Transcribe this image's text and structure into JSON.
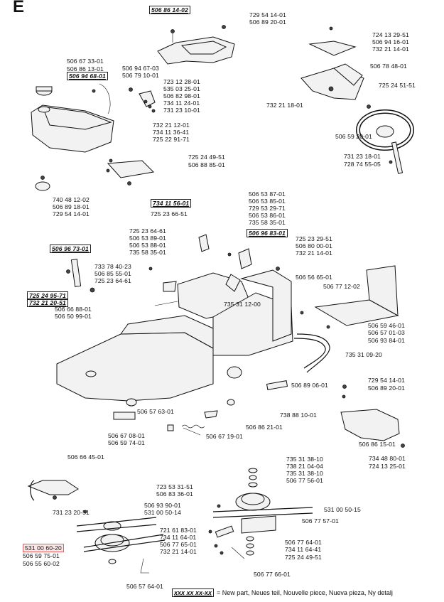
{
  "section_letter": "E",
  "labels": [
    {
      "text": "506 86 14-02",
      "boxed": true
    },
    {
      "text": "729 54 14-01"
    },
    {
      "text": "506 89 20-01"
    },
    {
      "text": "724 13 29-51"
    },
    {
      "text": "506 94 16-01"
    },
    {
      "text": "732 21 14-01"
    },
    {
      "text": "506 67 33-01"
    },
    {
      "text": "506 86 13-01"
    },
    {
      "text": "506 94 68-01",
      "boxed": true
    },
    {
      "text": "506 94 67-03"
    },
    {
      "text": "506 79 10-01"
    },
    {
      "text": "723 12 28-01"
    },
    {
      "text": "535 03 25-01"
    },
    {
      "text": "506 82 98-01"
    },
    {
      "text": "734 11 24-01"
    },
    {
      "text": "731 23 10-01"
    },
    {
      "text": "506 78 48-01"
    },
    {
      "text": "725 24 51-51"
    },
    {
      "text": "732 21 18-01"
    },
    {
      "text": "732 21 12-01"
    },
    {
      "text": "734 11 36-41"
    },
    {
      "text": "725 22 91-71"
    },
    {
      "text": "506 59 20-01"
    },
    {
      "text": "725 24 49-51"
    },
    {
      "text": "506 88 85-01"
    },
    {
      "text": "731 23 18-01"
    },
    {
      "text": "728 74 55-05"
    },
    {
      "text": "740 48 12-02"
    },
    {
      "text": "506 89 18-01"
    },
    {
      "text": "729 54 14-01"
    },
    {
      "text": "734 11 56-01",
      "boxed": true
    },
    {
      "text": "725 23 66-51"
    },
    {
      "text": "506 53 87-01"
    },
    {
      "text": "506 53 85-01"
    },
    {
      "text": "729 53 29-71"
    },
    {
      "text": "506 53 86-01"
    },
    {
      "text": "735 58 35-01"
    },
    {
      "text": "725 23 64-61"
    },
    {
      "text": "506 53 89-01"
    },
    {
      "text": "506 53 88-01"
    },
    {
      "text": "735 58 35-01"
    },
    {
      "text": "506 96 83-01",
      "boxed": true
    },
    {
      "text": "725 23 29-51"
    },
    {
      "text": "506 80 00-01"
    },
    {
      "text": "732 21 14-01"
    },
    {
      "text": "506 96 73-01",
      "boxed": true
    },
    {
      "text": "733 78 40-23"
    },
    {
      "text": "506 85 55-01"
    },
    {
      "text": "725 23 64-61"
    },
    {
      "text": "506 56 65-01"
    },
    {
      "text": "725 24 95-71",
      "boxed": true
    },
    {
      "text": "732 21 20-51",
      "boxed": true
    },
    {
      "text": "506 77 12-02"
    },
    {
      "text": "735 31 12-00"
    },
    {
      "text": "506 66 88-01"
    },
    {
      "text": "506 50 99-01"
    },
    {
      "text": "506 59 46-01"
    },
    {
      "text": "506 57 01-03"
    },
    {
      "text": "506 93 84-01"
    },
    {
      "text": "735 31 09-20"
    },
    {
      "text": "506 89 06-01"
    },
    {
      "text": "729 54 14-01"
    },
    {
      "text": "506 89 20-01"
    },
    {
      "text": "738 88 10-01"
    },
    {
      "text": "506 57 63-01"
    },
    {
      "text": "506 86 21-01"
    },
    {
      "text": "506 67 08-01"
    },
    {
      "text": "506 59 74-01"
    },
    {
      "text": "506 67 19-01"
    },
    {
      "text": "506 86 15-01"
    },
    {
      "text": "734 48 80-01"
    },
    {
      "text": "724 13 25-01"
    },
    {
      "text": "506 66 45-01"
    },
    {
      "text": "735 31 38-10"
    },
    {
      "text": "738 21 04-04"
    },
    {
      "text": "735 31 38-10"
    },
    {
      "text": "506 77 56-01"
    },
    {
      "text": "723 53 31-51"
    },
    {
      "text": "506 83 36-01"
    },
    {
      "text": "506 93 90-01"
    },
    {
      "text": "531 00 50-14"
    },
    {
      "text": "531 00 50-15"
    },
    {
      "text": "731 23 20-51"
    },
    {
      "text": "506 77 57-01"
    },
    {
      "text": "721 61 83-01"
    },
    {
      "text": "734 11 64-01"
    },
    {
      "text": "506 77 65-01"
    },
    {
      "text": "732 21 14-01"
    },
    {
      "text": "506 77 64-01"
    },
    {
      "text": "734 11 64-41"
    },
    {
      "text": "725 24 49-51"
    },
    {
      "text": "531 00 60-20",
      "highlighted": true
    },
    {
      "text": "506 59 75-01"
    },
    {
      "text": "506 55 60-02"
    },
    {
      "text": "506 57 64-01"
    },
    {
      "text": "506 77 66-01"
    }
  ],
  "legend": {
    "code": "xxx xx xx-xx",
    "text": "= New part, Neues teil, Nouvelle piece, Nueva pieza, Ny detalj"
  }
}
